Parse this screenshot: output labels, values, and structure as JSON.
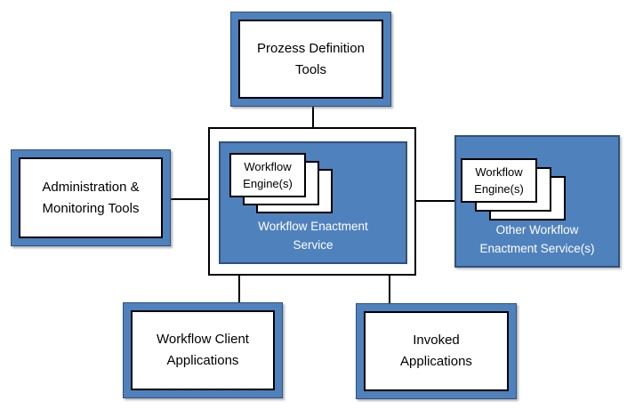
{
  "diagram": {
    "nodes": {
      "process_definition_tools": {
        "lines": [
          "Prozess Definition",
          "Tools"
        ]
      },
      "admin_monitoring_tools": {
        "lines": [
          "Administration &",
          "Monitoring Tools"
        ]
      },
      "workflow_client_apps": {
        "lines": [
          "Workflow Client",
          "Applications"
        ]
      },
      "invoked_apps": {
        "lines": [
          "Invoked",
          "Applications"
        ]
      },
      "enactment_service": {
        "engine_lines": [
          "Workflow",
          "Engine(s)"
        ],
        "lines": [
          "Workflow Enactment",
          "Service"
        ]
      },
      "other_enactment_service": {
        "engine_lines": [
          "Workflow",
          "Engine(s)"
        ],
        "lines": [
          "Other Workflow",
          "Enactment Service(s)"
        ]
      }
    },
    "colors": {
      "accent_blue": "#4f81bd",
      "accent_blue_dark": "#2f517e",
      "connector_black": "#000000"
    }
  }
}
